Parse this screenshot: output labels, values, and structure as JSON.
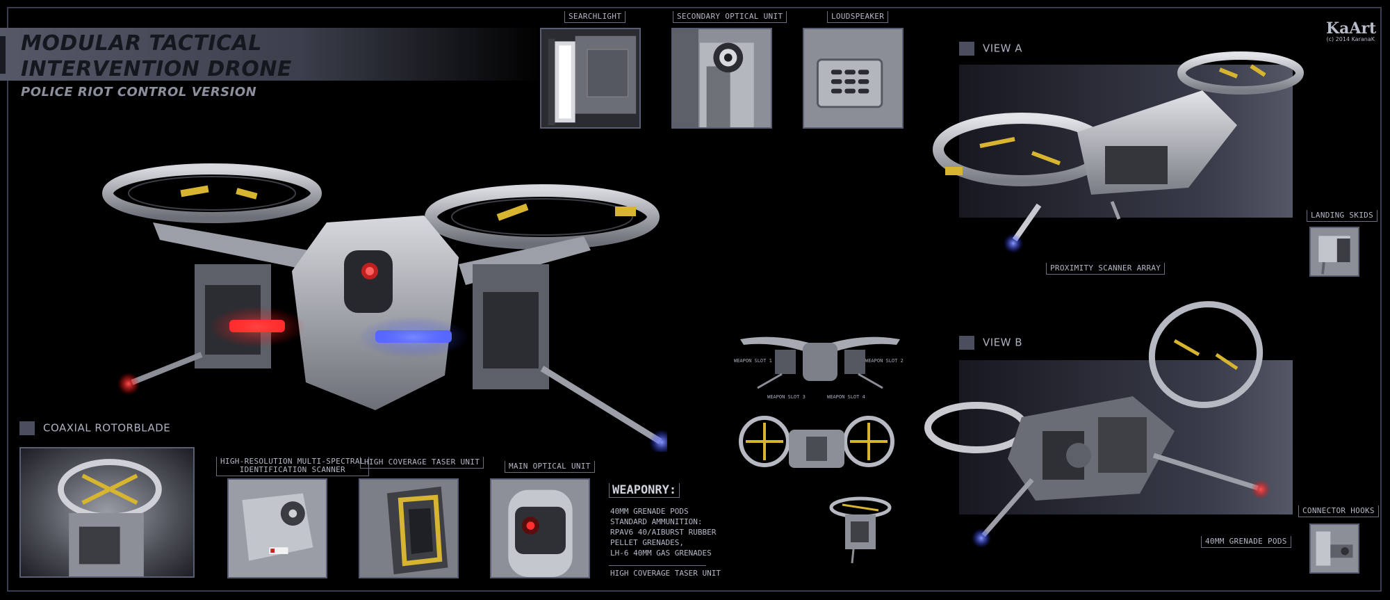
{
  "title": {
    "line1": "MODULAR TACTICAL",
    "line2": "INTERVENTION DRONE",
    "subtitle": "POLICE RIOT CONTROL VERSION"
  },
  "logo": {
    "mark": "KaArt",
    "copyright": "(c) 2014 KaranaK"
  },
  "top_callouts": [
    "SEARCHLIGHT",
    "SECONDARY OPTICAL UNIT",
    "LOUDSPEAKER"
  ],
  "bottom_callouts": {
    "scanner_line1": "HIGH-RESOLUTION MULTI-SPECTRAL",
    "scanner_line2": "IDENTIFICATION SCANNER",
    "taser": "HIGH COVERAGE TASER UNIT",
    "optical": "MAIN OPTICAL UNIT"
  },
  "sections": {
    "coaxial": "COAXIAL ROTORBLADE",
    "view_a": "VIEW A",
    "view_b": "VIEW B"
  },
  "side_callouts": {
    "landing_skids": "LANDING SKIDS",
    "connector_hooks": "CONNECTOR HOOKS",
    "proximity": "PROXIMITY SCANNER ARRAY",
    "grenade_pods": "40MM GRENADE PODS"
  },
  "weapon_slots": [
    "WEAPON SLOT 1",
    "WEAPON SLOT 2",
    "WEAPON SLOT 3",
    "WEAPON SLOT 4"
  ],
  "weaponry": {
    "title": "WEAPONRY:",
    "lines": [
      "40MM GRENADE PODS",
      "STANDARD AMMUNITION:",
      "RPAV6 40/AIBURST RUBBER",
      "PELLET GRENADES,",
      "LH-6 40MM GAS GRENADES"
    ],
    "footer": "HIGH COVERAGE TASER UNIT"
  },
  "colors": {
    "background": "#000000",
    "frame": "#3a3d50",
    "accent_yellow": "#d8b531",
    "light_red": "#ff3030",
    "light_blue": "#4a5cff",
    "metal": "#b6b9c2"
  }
}
